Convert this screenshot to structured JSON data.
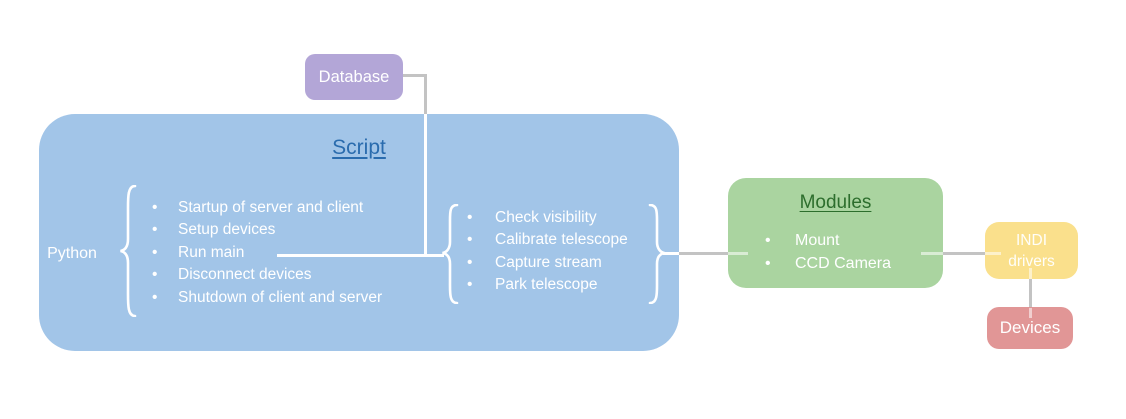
{
  "database": {
    "label": "Database"
  },
  "script": {
    "title": "Script",
    "side_label": "Python",
    "main_steps": [
      "Startup of server and client",
      "Setup devices",
      "Run main",
      "Disconnect devices",
      "Shutdown of client and server"
    ],
    "sub_steps": [
      "Check visibility",
      "Calibrate telescope",
      "Capture stream",
      "Park telescope"
    ]
  },
  "modules": {
    "title": "Modules",
    "items": [
      "Mount",
      "CCD Camera"
    ]
  },
  "indi_drivers": {
    "label": "INDI drivers"
  },
  "devices": {
    "label": "Devices"
  },
  "colors": {
    "database_box": "#b3a6d7",
    "script_box": "#a2c5e8",
    "script_title_text": "#2a6cae",
    "modules_box": "#aad4a0",
    "modules_title_text": "#2d6e2d",
    "indi_box": "#fae08c",
    "devices_box": "#e19696",
    "connector_line": "#c3c3c3",
    "light_text": "#ffffff"
  }
}
